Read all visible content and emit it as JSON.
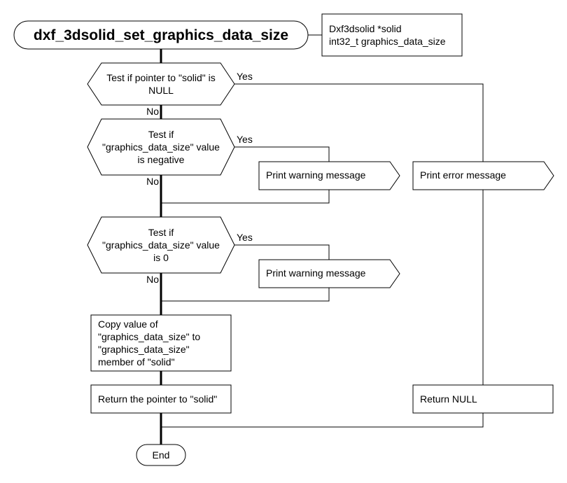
{
  "diagram": {
    "title": "dxf_3dsolid_set_graphics_data_size",
    "params": [
      "Dxf3dsolid *solid",
      "int32_t graphics_data_size"
    ],
    "decision_null": [
      "Test if pointer to \"solid\" is",
      "NULL"
    ],
    "decision_negative": [
      "Test if",
      "\"graphics_data_size\" value",
      "is negative"
    ],
    "decision_zero": [
      "Test if",
      "\"graphics_data_size\" value",
      "is 0"
    ],
    "yes_label": "Yes",
    "no_label": "No",
    "warning_negative": "Print warning message",
    "warning_zero": "Print warning message",
    "error_message": "Print error message",
    "copy_value": [
      "Copy value of",
      "\"graphics_data_size\" to",
      "\"graphics_data_size\"",
      "member of \"solid\""
    ],
    "return_pointer": "Return the pointer to \"solid\"",
    "return_null": "Return NULL",
    "end": "End"
  }
}
